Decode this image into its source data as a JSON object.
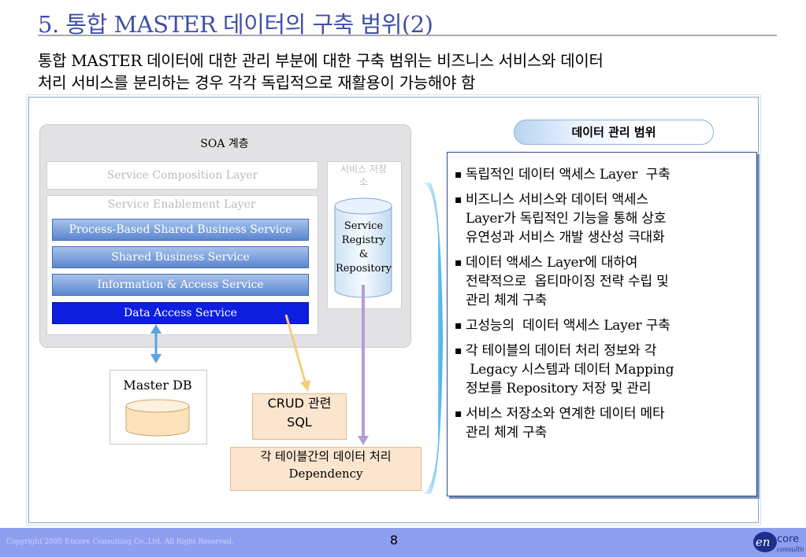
{
  "title": "5. 통합 MASTER 데이터의 구축 범위(2)",
  "subtitle": {
    "line1": "통합 MASTER 데이터에 대한 관리 부분에 대한 구축 범위는 비즈니스 서비스와 데이터",
    "line2": "처리 서비스를 분리하는 경우 각각 독립적으로 재활용이 가능해야 함"
  },
  "diagram": {
    "soa_label": "SOA 계층",
    "composition_layer": "Service Composition Layer",
    "enablement_layer": "Service Enablement Layer",
    "services": [
      "Process-Based Shared Business Service",
      "Shared Business Service",
      "Information & Access Service",
      "Data Access Service"
    ],
    "registry_title_l1": "서비스 저장",
    "registry_title_l2": "소",
    "registry_l1": "Service",
    "registry_l2": "Registry",
    "registry_l3": "&",
    "registry_l4": "Repository",
    "master_db": "Master DB",
    "crud_l1": "CRUD 관련",
    "crud_l2": "SQL",
    "dependency_l1": "각 테이블간의 데이터 처리",
    "dependency_l2": "Dependency"
  },
  "scope": {
    "title": "데이터 관리 범위",
    "items": [
      "독립적인 데이터 액세스 Layer  구축",
      "비즈니스 서비스와 데이터 액세스\nLayer가 독립적인 기능을 통해 상호\n유연성과 서비스 개발 생산성 극대화",
      "데이터 액세스 Layer에 대하여\n전략적으로  옵티마이징 전략 수립 및\n관리 체계 구축",
      "고성능의  데이터 액세스 Layer 구축",
      "각 테이블의 데이터 처리 정보와 각\n Legacy 시스템과 데이터 Mapping\n정보를 Repository 저장 및 관리",
      "서비스 저장소와 연계한 데이터 메타\n관리 체계 구축"
    ]
  },
  "footer": {
    "copyright": "Copyright 2005 Encore Consulting Co.,Ltd. All Right Reserved.",
    "page_number": "8",
    "logo_text_main": "encore",
    "logo_text_sub": "consulting"
  },
  "colors": {
    "title": "#3f4fa8",
    "footer_band": "#8e9ff0",
    "data_access_service": "#0d1ee0",
    "service_bar": "#5b86cf",
    "note_fill": "#fbe5cf"
  }
}
